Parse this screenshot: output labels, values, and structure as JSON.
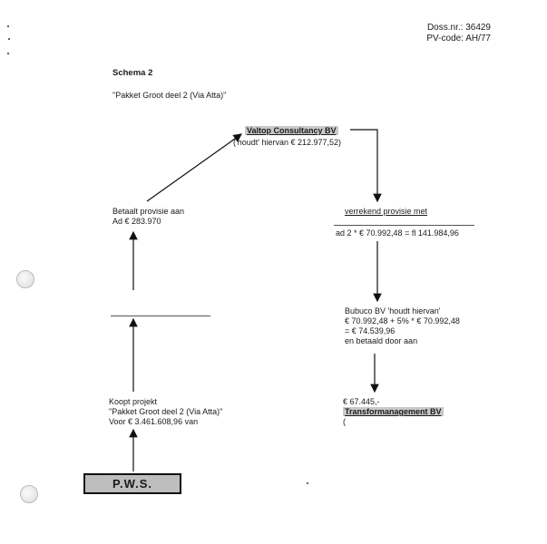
{
  "header": {
    "doss_nr": "Doss.nr.: 36429",
    "pv_code": "PV-code: AH/77"
  },
  "schema": {
    "title": "Schema 2",
    "subtitle": "\"Pakket Groot deel 2 (Via Atta)\""
  },
  "valtop": {
    "name": "Valtop Consultancy BV",
    "holds": "('houdt' hiervan € 212.977,52)"
  },
  "left_branch": {
    "pays_line1": "Betaalt provisie aan",
    "pays_line2": "Ad € 283.970",
    "buys_line1": "Koopt projekt",
    "buys_line2": "\"Pakket Groot deel 2 (Via Atta)\"",
    "buys_line3": "Voor € 3.461.608,96 van",
    "pws_label": "P.W.S."
  },
  "right_branch": {
    "offset": "verrekend provisie met",
    "ad2": "ad 2 * € 70.992,48 = fl 141.984,96",
    "bubuco_line1": "Bubuco BV 'houdt hiervan'",
    "bubuco_line2": "€ 70.992,48 + 5% * € 70.992,48",
    "bubuco_line3": "= € 74.539,96",
    "bubuco_line4": "en betaald door aan",
    "transfer_amount": "€ 67.445,-",
    "transfer_company": "Transformanagement BV",
    "transfer_trailing": "("
  }
}
